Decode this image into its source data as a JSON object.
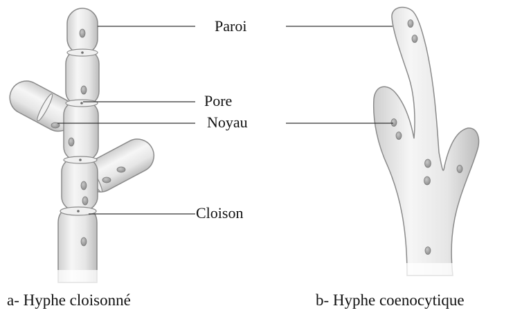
{
  "labels": {
    "paroi": "Paroi",
    "pore": "Pore",
    "noyau": "Noyau",
    "cloison": "Cloison"
  },
  "captions": {
    "a": "a- Hyphe cloisonné",
    "b": "b- Hyphe coenocytique"
  },
  "colors": {
    "hypha_fill": "#e4e4e4",
    "hypha_outline": "#8a8a8a",
    "nucleus": "#9a9a9a",
    "leader_line": "#333333"
  }
}
